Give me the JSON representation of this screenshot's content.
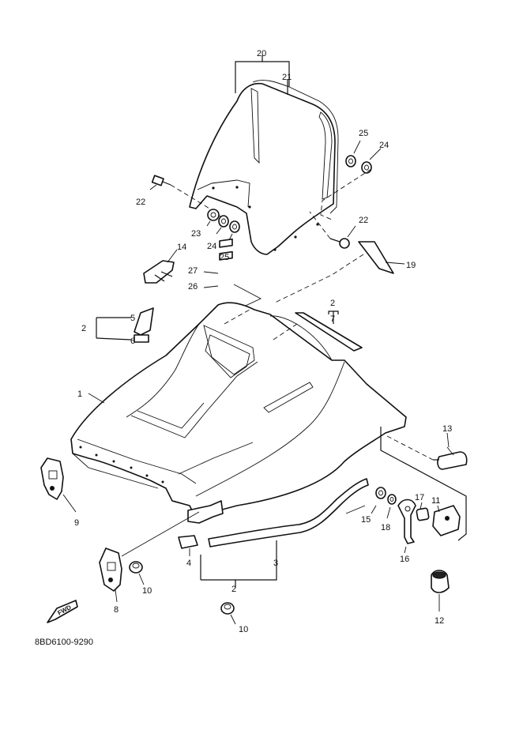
{
  "diagram": {
    "code": "8BD6100-9290",
    "fwd_label": "FWD",
    "callouts": {
      "c20": "20",
      "c21": "21",
      "c25a": "25",
      "c24a": "24",
      "c22a": "22",
      "c23": "23",
      "c24b": "24",
      "c25b": "25",
      "c22b": "22",
      "c19": "19",
      "c14": "14",
      "c27": "27",
      "c26": "26",
      "c2a": "2",
      "c5": "5",
      "c6": "6",
      "c2b": "2",
      "c7": "7",
      "c1": "1",
      "c13": "13",
      "c9": "9",
      "c15": "15",
      "c18": "18",
      "c17": "17",
      "c11": "11",
      "c16": "16",
      "c4": "4",
      "c3": "3",
      "c10a": "10",
      "c8": "8",
      "c2c": "2",
      "c12": "12",
      "c10b": "10"
    }
  }
}
